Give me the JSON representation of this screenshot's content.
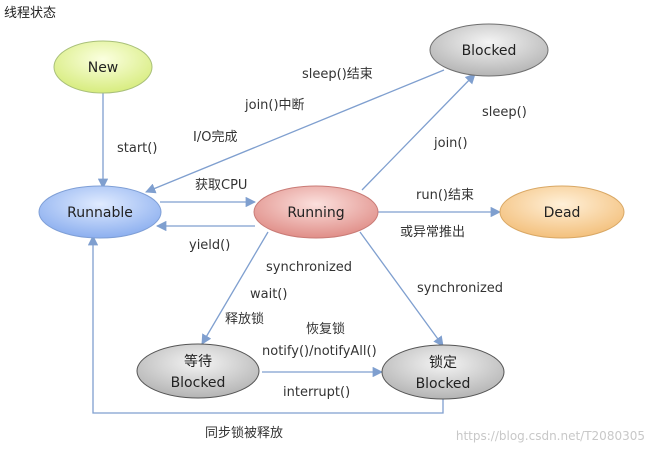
{
  "title": "线程状态",
  "watermark": "https://blog.csdn.net/T2080305",
  "nodes": {
    "new": "New",
    "runnable": "Runnable",
    "running": "Running",
    "blocked_top": "Blocked",
    "dead": "Dead",
    "wait_line1": "等待",
    "wait_line2": "Blocked",
    "lock_line1": "锁定",
    "lock_line2": "Blocked"
  },
  "edges": {
    "start": "start()",
    "sleep_end": "sleep()结束",
    "join_interrupt": "join()中断",
    "io_done": "I/O完成",
    "get_cpu": "获取CPU",
    "yield": "yield()",
    "sleep": "sleep()",
    "join": "join()",
    "run_end_1": "run()结束",
    "run_end_2": "或异常推出",
    "synchronized_left": "synchronized",
    "wait": "wait()",
    "release_lock": "释放锁",
    "synchronized_right": "synchronized",
    "restore_lock": "恢复锁",
    "notify": "notify()/notifyAll()",
    "interrupt": "interrupt()",
    "sync_release": "同步锁被释放"
  },
  "colors": {
    "new_fill": "#e9f5a8",
    "runnable_fill": "#a9c5f3",
    "running_fill": "#eeaaa6",
    "blocked_fill": "#cccccc",
    "dead_fill": "#f8d29c",
    "line": "#7f9fcf"
  }
}
